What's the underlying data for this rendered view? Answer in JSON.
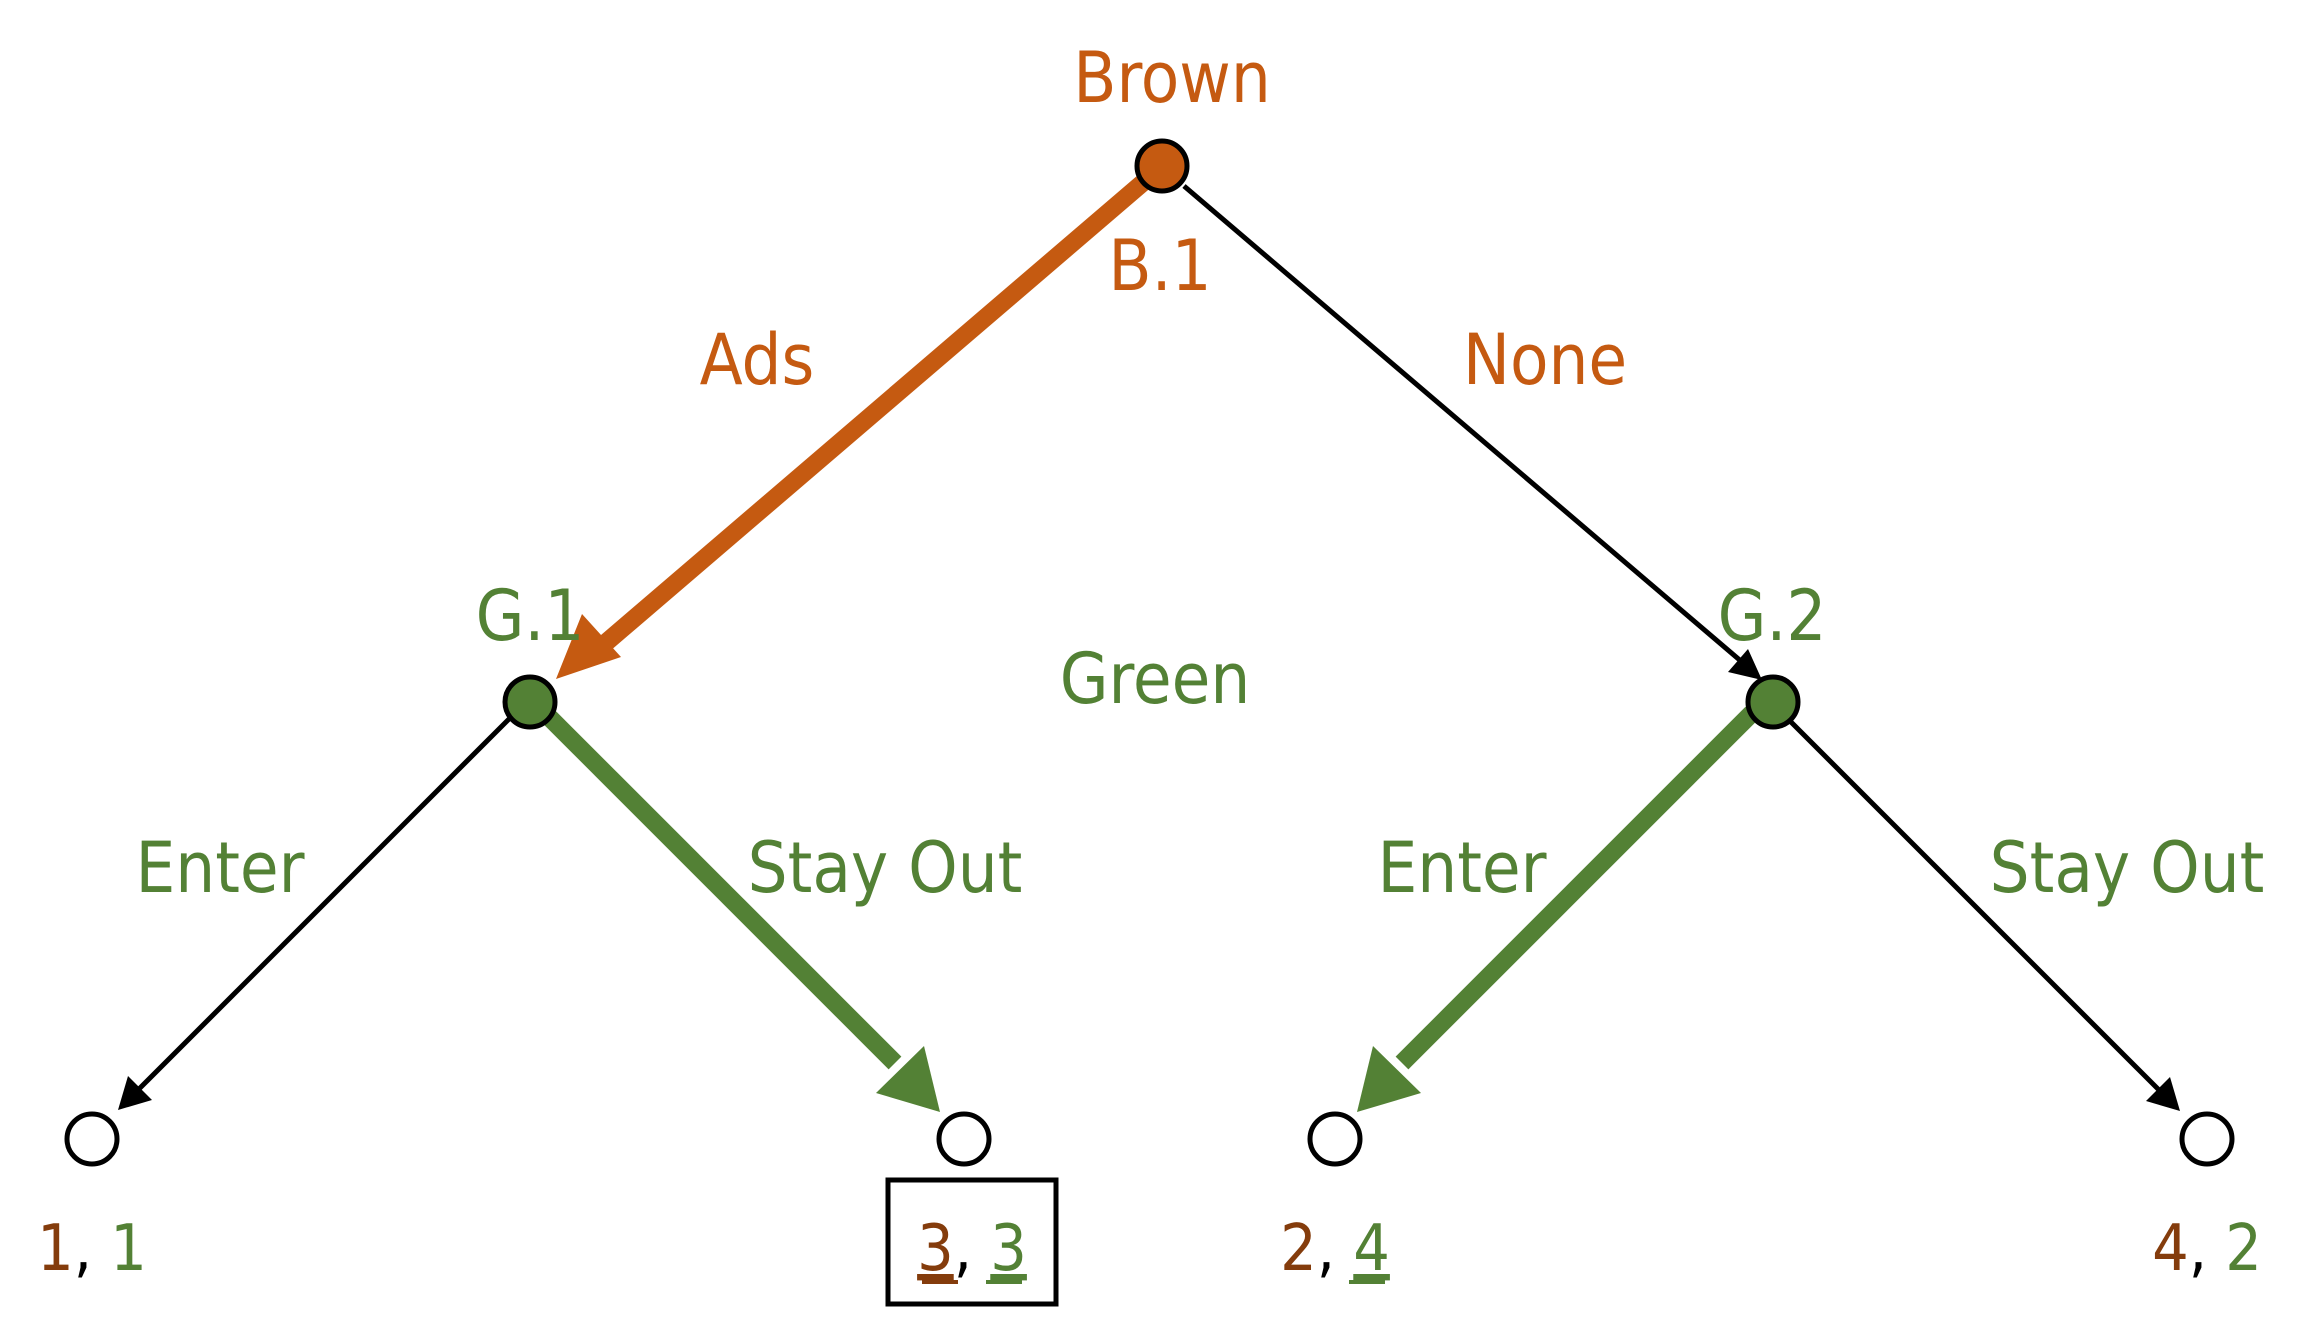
{
  "colors": {
    "brown_player": "#C55A11",
    "brown_payoff": "#843C0C",
    "green": "#538135",
    "black": "#000000",
    "white": "#ffffff"
  },
  "players": {
    "brown": "Brown",
    "green": "Green"
  },
  "nodes": {
    "root": "B.1",
    "left": "G.1",
    "right": "G.2"
  },
  "actions": {
    "brown_left": "Ads",
    "brown_right": "None",
    "green_left_enter": "Enter",
    "green_left_stay": "Stay Out",
    "green_right_enter": "Enter",
    "green_right_stay": "Stay Out"
  },
  "payoffs": [
    {
      "brown": "1",
      "green": "1",
      "brown_underlined": false,
      "green_underlined": false,
      "boxed": false
    },
    {
      "brown": "3",
      "green": "3",
      "brown_underlined": true,
      "green_underlined": true,
      "boxed": true
    },
    {
      "brown": "2",
      "green": "4",
      "brown_underlined": false,
      "green_underlined": true,
      "boxed": false
    },
    {
      "brown": "4",
      "green": "2",
      "brown_underlined": false,
      "green_underlined": false,
      "boxed": false
    }
  ],
  "separator": ", ",
  "equilibrium_path": [
    "Ads",
    "Stay Out"
  ]
}
